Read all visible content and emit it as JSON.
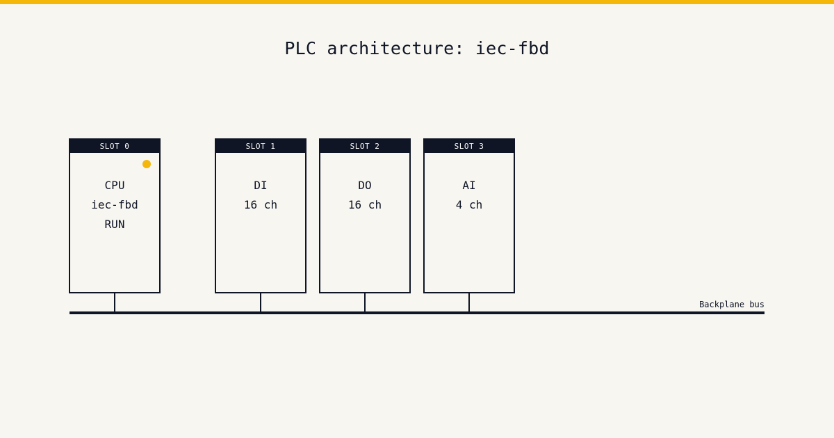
{
  "title": "PLC architecture: iec-fbd",
  "colors": {
    "accent": "#f5b70a",
    "ink": "#0f1525",
    "background": "#f7f6f1"
  },
  "modules": [
    {
      "slot": "SLOT 0",
      "lines": [
        "CPU",
        "iec-fbd",
        "RUN"
      ],
      "status_led": "on"
    },
    {
      "slot": "SLOT 1",
      "lines": [
        "DI",
        "16 ch"
      ]
    },
    {
      "slot": "SLOT 2",
      "lines": [
        "DO",
        "16 ch"
      ]
    },
    {
      "slot": "SLOT 3",
      "lines": [
        "AI",
        "4 ch"
      ]
    }
  ],
  "bus": {
    "label": "Backplane bus"
  }
}
